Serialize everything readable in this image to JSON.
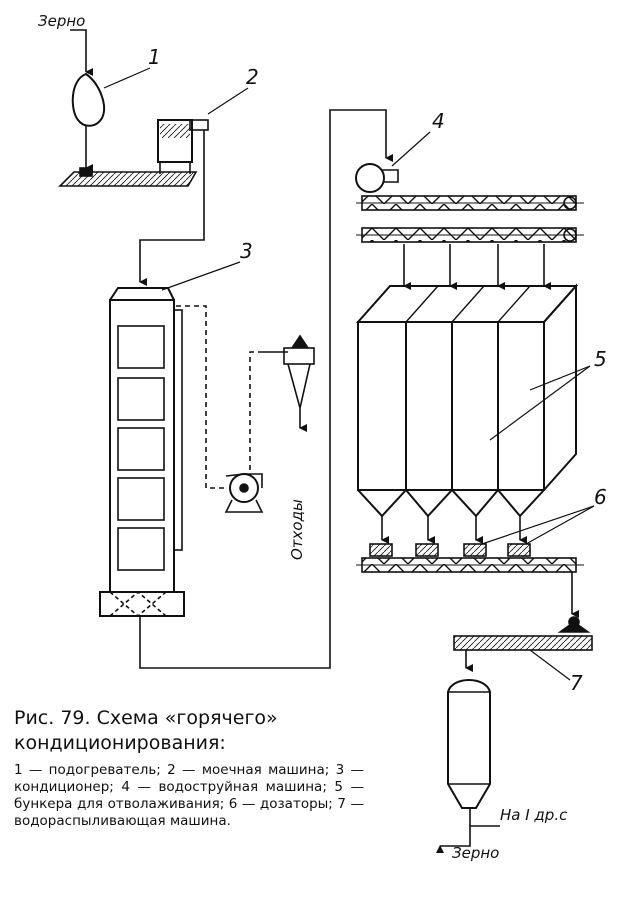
{
  "labels": {
    "grain_in": "Зерно",
    "grain_out": "Зерно",
    "waste": "Отходы",
    "to_station": "На I др.с"
  },
  "numbers": [
    "1",
    "2",
    "3",
    "4",
    "5",
    "6",
    "7"
  ],
  "caption": {
    "title": "Рис. 79. Схема «горячего» кондиционирования:",
    "legend": "1 — подогреватель; 2 — моечная машина; 3 — кондиционер; 4 — водоструйная машина; 5 — бункера для отволаживания; 6 — дозаторы; 7 — водораспыливающая машина."
  }
}
